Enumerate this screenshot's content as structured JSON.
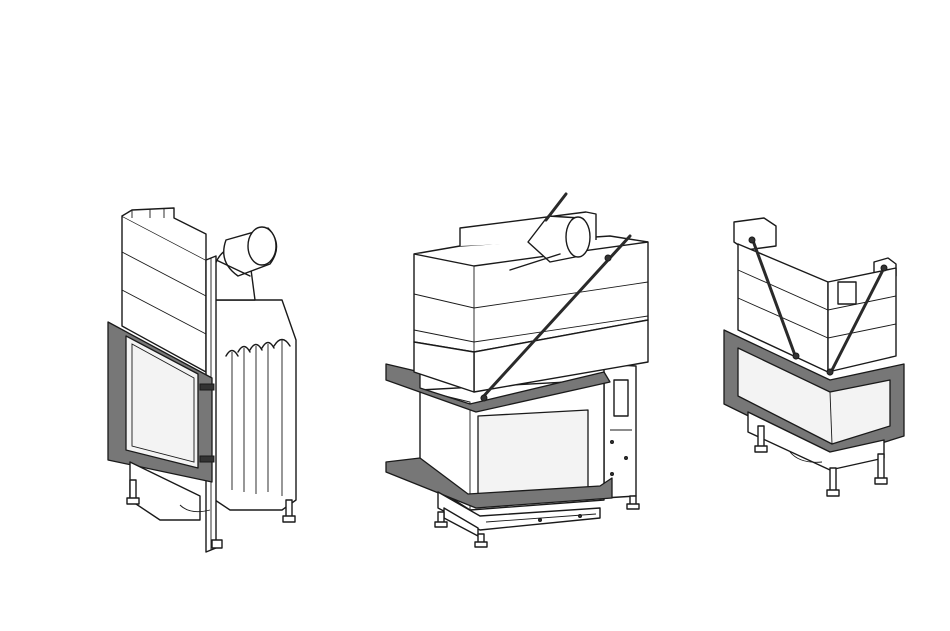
{
  "figure": {
    "views": [
      {
        "id": "left",
        "icon": "side-view-fireplace-insert-icon"
      },
      {
        "id": "center",
        "icon": "three-sided-fireplace-insert-icon"
      },
      {
        "id": "right",
        "icon": "corner-fireplace-insert-icon"
      }
    ],
    "colors": {
      "line": "#1a1a1a",
      "frame": "#777777",
      "panel": "#ffffff"
    }
  }
}
